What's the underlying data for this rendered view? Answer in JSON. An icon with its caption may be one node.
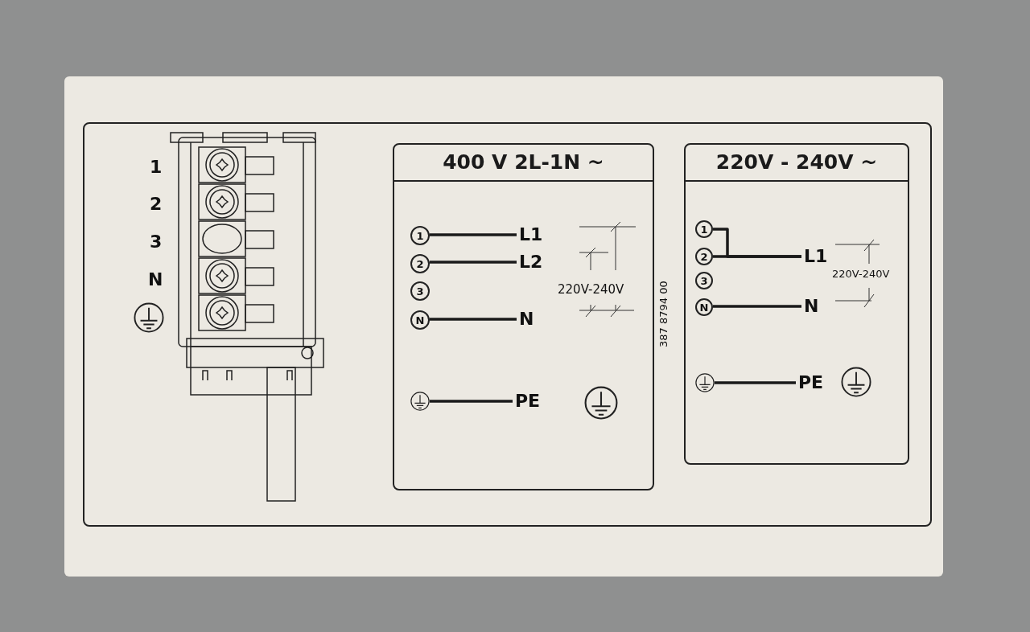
{
  "diagram": {
    "nodes": [
      {
        "text": [
          "400 V 2L-1N ~"
        ]
      },
      {
        "text": [
          "1"
        ],
        "in": 0
      },
      {
        "text": [
          "2"
        ],
        "in": 0
      },
      {
        "text": [
          "3"
        ],
        "in": 0
      },
      {
        "text": [
          "N"
        ],
        "in": 0
      },
      {
        "text": [],
        "shape": "circle",
        "in": 0
      },
      {
        "text": [
          "L1"
        ],
        "in": 0
      },
      {
        "text": [
          "L2"
        ],
        "in": 0
      },
      {
        "text": [
          "N"
        ],
        "in": 0
      },
      {
        "text": [
          "PE"
        ],
        "in": 0
      },
      {
        "text": [
          "220V - 240V ~"
        ]
      },
      {
        "text": [
          "1"
        ],
        "in": 10
      },
      {
        "text": [
          "2"
        ],
        "in": 10
      },
      {
        "text": [
          "3"
        ],
        "in": 10
      },
      {
        "text": [
          "N"
        ],
        "in": 10
      },
      {
        "text": [],
        "shape": "circle",
        "in": 10
      },
      {
        "text": [
          "L1"
        ],
        "in": 10
      },
      {
        "text": [
          "N"
        ],
        "in": 10
      },
      {
        "text": [
          "PE"
        ],
        "in": 10
      }
    ],
    "edges": [
      {
        "from": 1,
        "to": 6,
        "arrow": "none"
      },
      {
        "from": 2,
        "to": 7,
        "arrow": "none"
      },
      {
        "from": 4,
        "to": 8,
        "arrow": "none"
      },
      {
        "from": 5,
        "to": 9,
        "arrow": "none"
      },
      {
        "from": 11,
        "to": 16,
        "arrow": "none"
      },
      {
        "from": 12,
        "to": 16,
        "arrow": "none"
      },
      {
        "from": 14,
        "to": 17,
        "arrow": "none"
      },
      {
        "from": 15,
        "to": 18,
        "arrow": "none"
      }
    ],
    "labels": [
      "1",
      "2",
      "3",
      "N",
      "220V-240V",
      "387 8794 00",
      "220V-240V"
    ]
  }
}
